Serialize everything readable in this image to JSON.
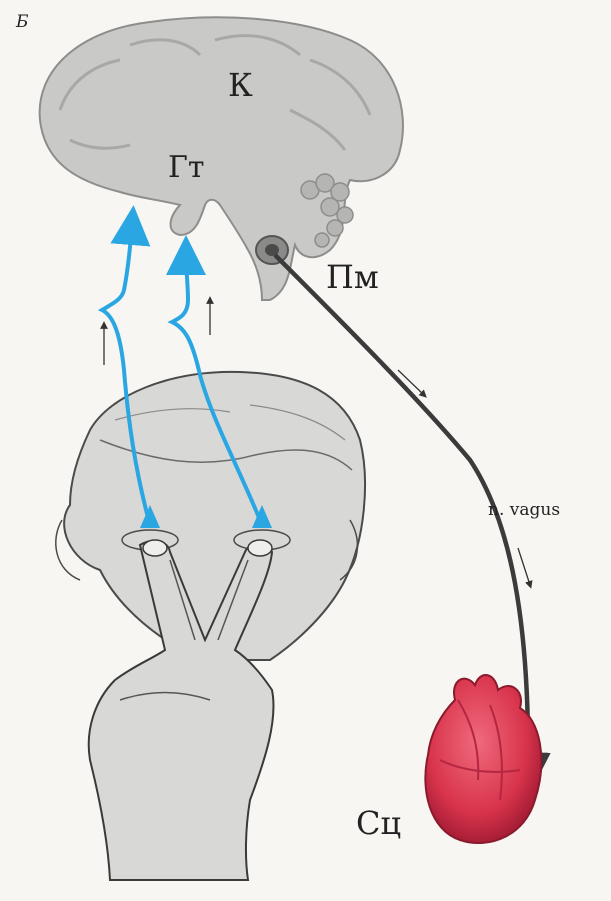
{
  "panel_letter": "Б",
  "labels": {
    "cortex": "К",
    "hypothalamus": "Гт",
    "medulla": "Пм",
    "nerve": "n. vagus",
    "heart": "Сц"
  },
  "colors": {
    "afferent_path": "#2aa7e2",
    "brain_fill": "#c9c9c7",
    "head_fill": "#d8d8d6",
    "vagus_path": "#3b3b3b",
    "heart": "#d8344c",
    "nucleus": "#6b6b6b"
  },
  "icons": [
    "brain-icon",
    "head-icon",
    "hand-icon",
    "heart-icon",
    "arrow-icon"
  ]
}
